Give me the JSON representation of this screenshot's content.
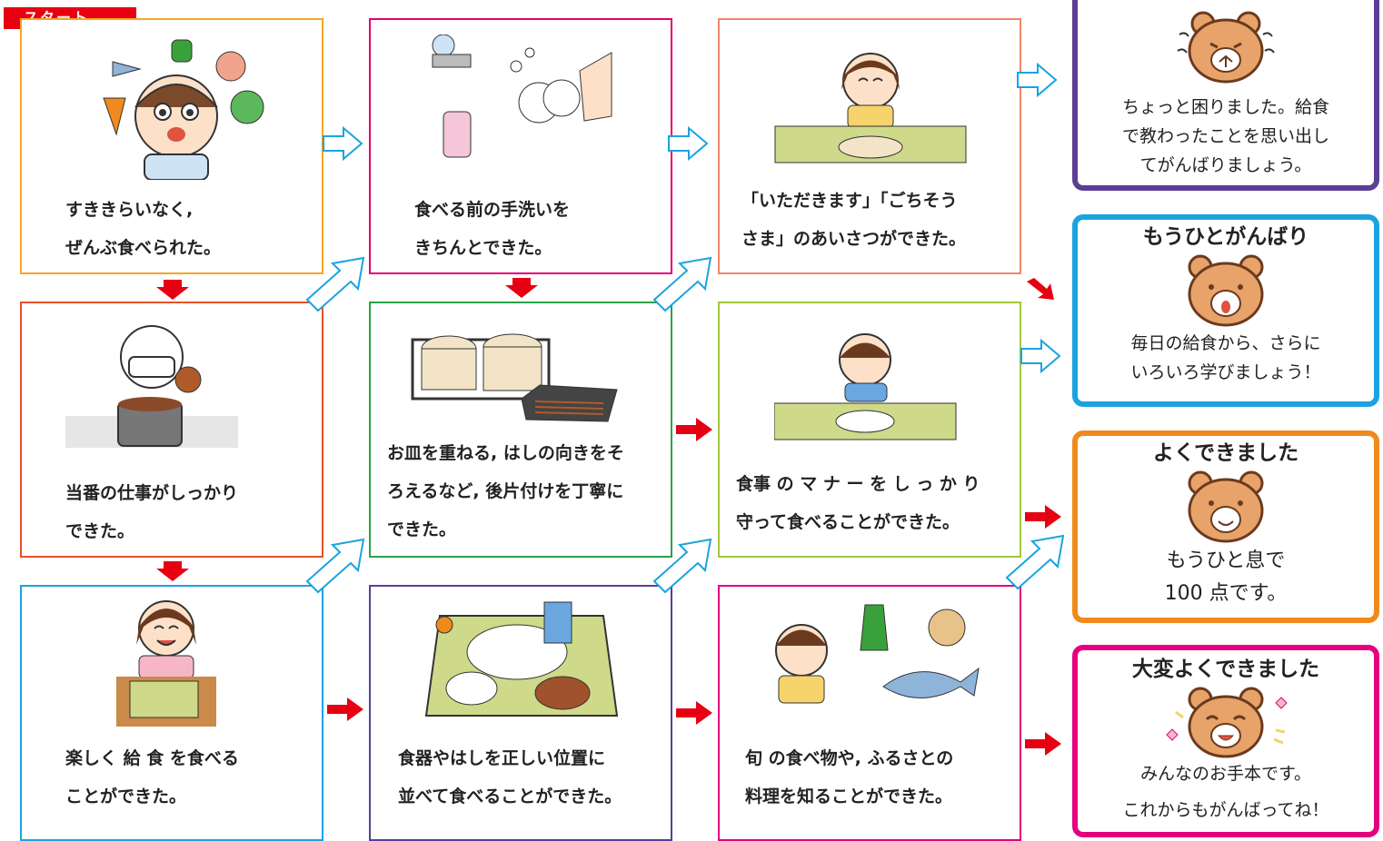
{
  "start_label": "スタート",
  "cards": [
    {
      "id": "c1",
      "lines": [
        "すききらいなく,",
        "ぜんぶ食べられた。"
      ]
    },
    {
      "id": "c2",
      "lines": [
        "当番の仕事がしっかり",
        "できた。"
      ]
    },
    {
      "id": "c3",
      "lines": [
        "楽しく 給 食 を食べる",
        "ことができた。"
      ]
    },
    {
      "id": "c4",
      "lines": [
        "食べる前の手洗いを",
        "きちんとできた。"
      ]
    },
    {
      "id": "c5",
      "lines": [
        "お皿を重ねる, はしの向きをそ",
        "ろえるなど, 後片付けを丁寧に",
        "できた。"
      ]
    },
    {
      "id": "c6",
      "lines": [
        "食器やはしを正しい位置に",
        "並べて食べることができた。"
      ]
    },
    {
      "id": "c7",
      "lines": [
        "「いただきます」「ごちそう",
        "さま」のあいさつができた。"
      ]
    },
    {
      "id": "c8",
      "lines": [
        "食事 の マ ナ ー を し っ か り",
        "守って食べることができた。"
      ]
    },
    {
      "id": "c9",
      "lines": [
        "旬 の食べ物や, ふるさとの",
        "料理を知ることができた。"
      ]
    }
  ],
  "results": [
    {
      "id": "r1",
      "title": "",
      "lines": [
        "ちょっと困りました。給食",
        "で教わったことを思い出し",
        "てがんばりましょう。"
      ],
      "color": "#5b3e96"
    },
    {
      "id": "r2",
      "title": "もうひとがんばり",
      "lines": [
        "毎日の給食から、さらに",
        "いろいろ学びましょう！"
      ],
      "color": "#1aa3e0"
    },
    {
      "id": "r3",
      "title": "よくできました",
      "lines": [
        "もうひと息で",
        "100 点です。"
      ],
      "color": "#f08a1c"
    },
    {
      "id": "r4",
      "title": "大変よくできました",
      "lines": [
        "みんなのお手本です。",
        "これからもがんばってね！"
      ],
      "color": "#e4007f"
    }
  ],
  "colors": {
    "red": "#e60012",
    "blue_arrow": "#1aa3e0",
    "bear_fill": "#e8a36a",
    "bear_dark": "#6b3a1e"
  }
}
